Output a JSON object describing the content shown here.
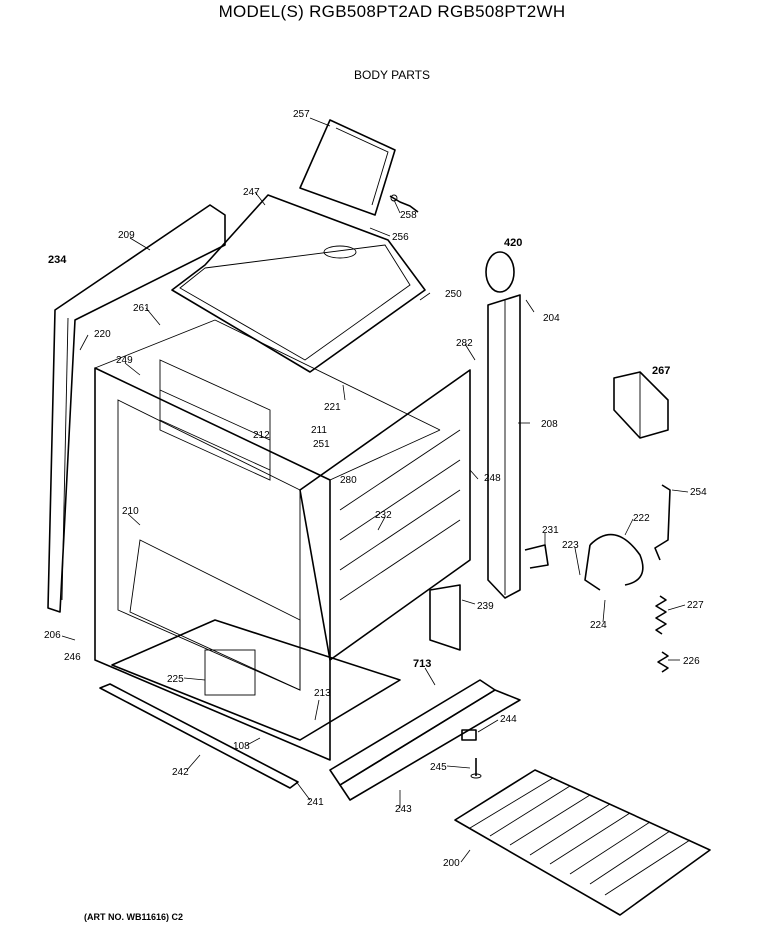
{
  "header": {
    "title": "MODEL(S) RGB508PT2AD  RGB508PT2WH",
    "subtitle": "BODY PARTS"
  },
  "footer": {
    "art_no": "(ART NO. WB11616) C2"
  },
  "part_labels": {
    "p257": "257",
    "p258": "258",
    "p256": "256",
    "p247": "247",
    "p209": "209",
    "p420": "420",
    "p234": "234",
    "p250": "250",
    "p204": "204",
    "p261": "261",
    "p220": "220",
    "p282": "282",
    "p267": "267",
    "p249": "249",
    "p221": "221",
    "p208": "208",
    "p211": "211",
    "p212": "212",
    "p251": "251",
    "p248": "248",
    "p280": "280",
    "p254": "254",
    "p210": "210",
    "p232": "232",
    "p231": "231",
    "p222": "222",
    "p223": "223",
    "p239": "239",
    "p227": "227",
    "p224": "224",
    "p206": "206",
    "p246": "246",
    "p713": "713",
    "p226": "226",
    "p225": "225",
    "p213": "213",
    "p244": "244",
    "p108": "108",
    "p242": "242",
    "p245": "245",
    "p241": "241",
    "p243": "243",
    "p200": "200"
  }
}
